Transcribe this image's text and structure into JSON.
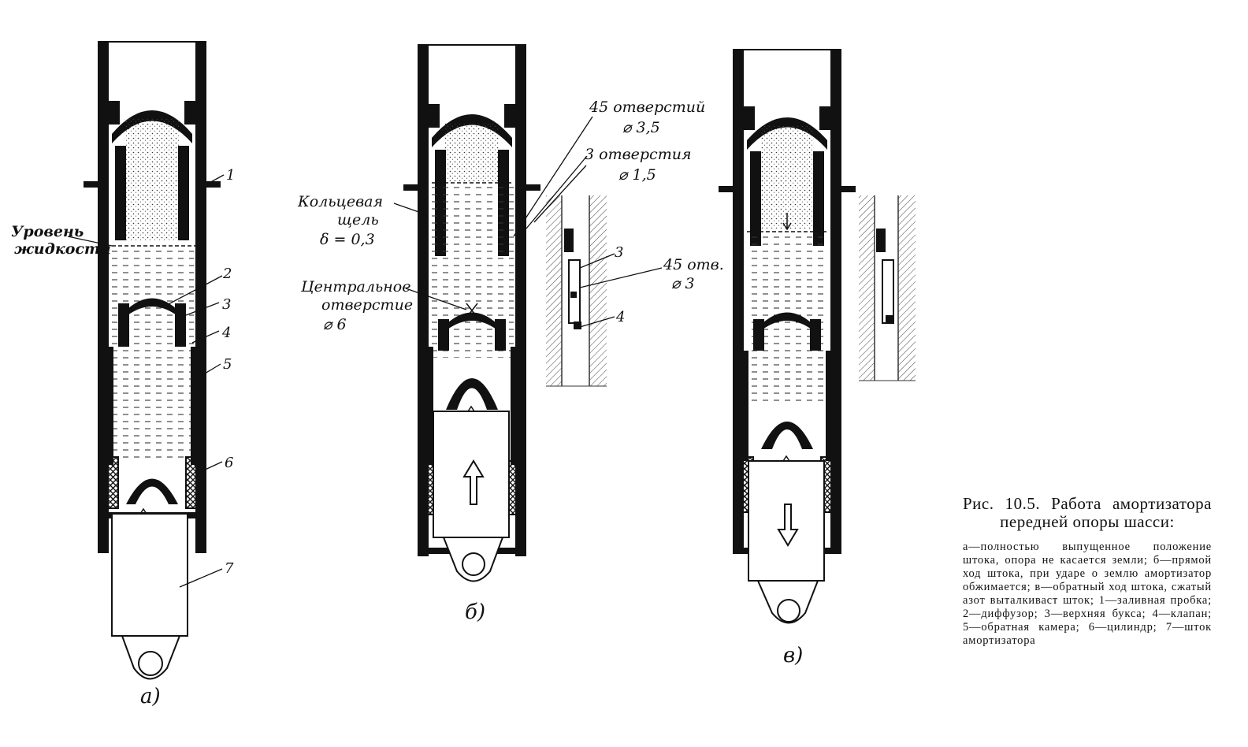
{
  "figure_labels": {
    "sub_a": "а)",
    "sub_b": "б)",
    "sub_c": "в)"
  },
  "numbers": [
    "1",
    "2",
    "3",
    "4",
    "5",
    "6",
    "7"
  ],
  "annotations": {
    "liquid_level_line1": "Уровень",
    "liquid_level_line2": "жидкости",
    "holes45_line1": "45 отверстий",
    "holes45_line2": "⌀ 3,5",
    "holes3_line1": "3 отверстия",
    "holes3_line2": "⌀ 1,5",
    "ring_gap_line1": "Кольцевая",
    "ring_gap_line2": "щель",
    "ring_gap_line3": "δ = 0,3",
    "center_hole_line1": "Центральное",
    "center_hole_line2": "отверстие",
    "center_hole_line3": "⌀ 6",
    "detail_num_3": "3",
    "detail_num_4": "4",
    "holes45b_line1": "45 отв.",
    "holes45b_line2": "⌀ 3"
  },
  "caption": {
    "title": "Рис. 10.5. Работа амортизатора передней опоры шасси:",
    "body": "а—полностью выпущенное положение штока, опора не касается земли; б—прямой ход штока, при ударе о землю амортизатор обжимается; в—обратный ход штока, сжатый азот выталкиваст шток; 1—заливная пробка; 2—диффузор; 3—верхняя букса; 4—клапан; 5—обратная камера; 6—цилиндр; 7—шток амортизатора"
  },
  "colors": {
    "ink": "#111111",
    "paper": "#ffffff",
    "hatch": "#444444"
  }
}
